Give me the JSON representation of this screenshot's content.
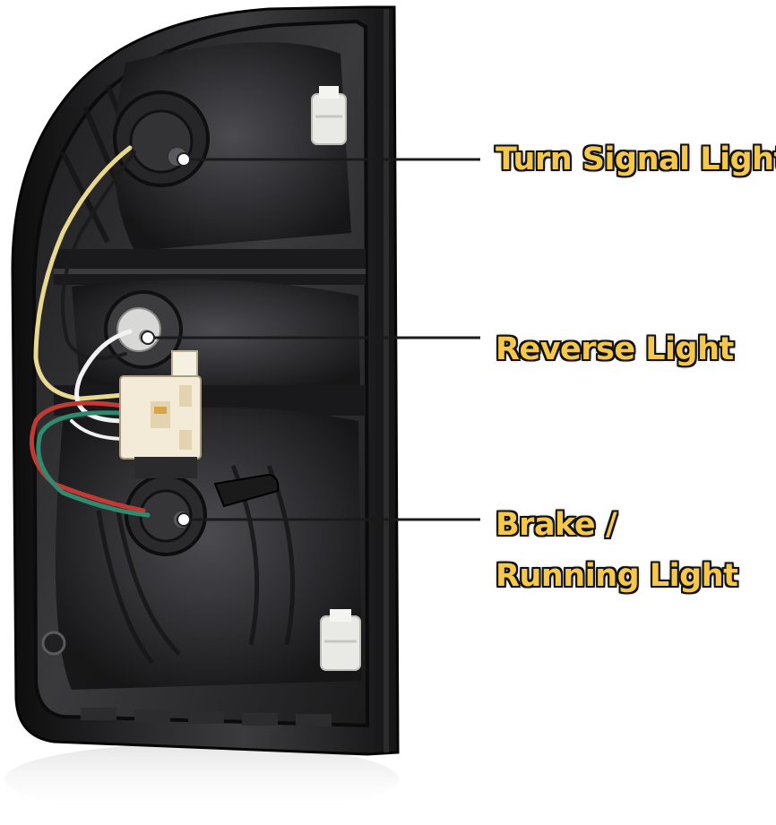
{
  "callouts": {
    "turn_signal": "Turn Signal Light",
    "reverse": "Reverse Light",
    "brake_line1": "Brake /",
    "brake_line2": "Running Light"
  },
  "colors": {
    "label_text": "#f5c84a",
    "label_outline": "#111111",
    "housing": "#1c1c1e",
    "housing_light": "#4a4a4e",
    "wire_yellow": "#e8d890",
    "wire_white": "#f2f2f2",
    "wire_red": "#c23a34",
    "wire_green": "#2f8a6e",
    "connector": "#f4ead8"
  },
  "icons": {
    "clip": "white-plastic-clip-icon",
    "socket": "bulb-socket-icon",
    "connector": "wire-connector-icon"
  }
}
